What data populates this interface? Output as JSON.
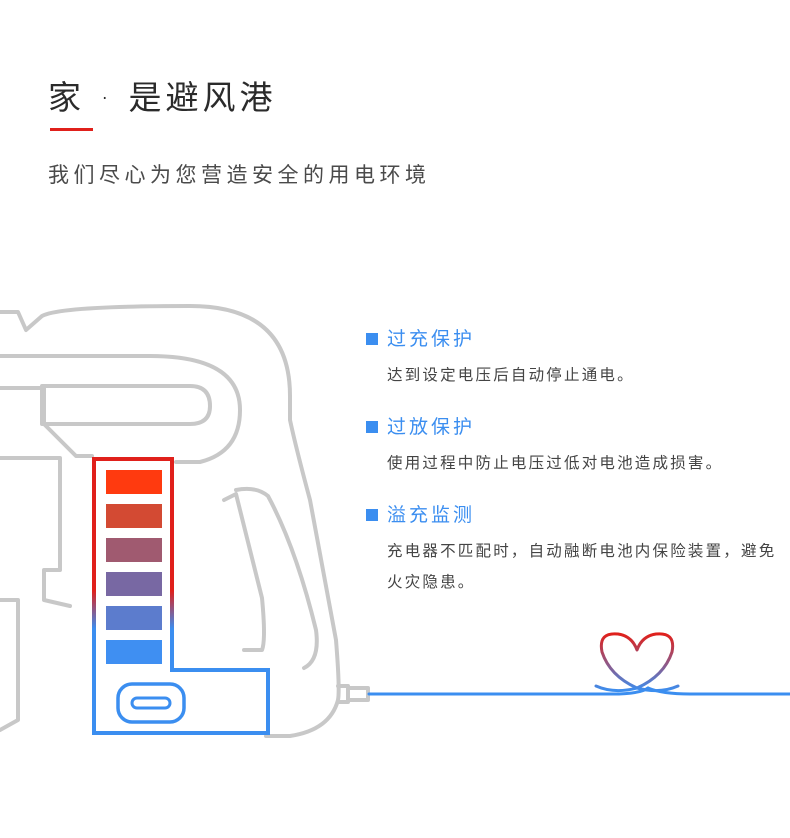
{
  "header": {
    "title": "家 · 是避风港",
    "subtitle": "我们尽心为您营造安全的用电环境"
  },
  "colors": {
    "accent_red": "#e0201b",
    "accent_blue": "#3b8ef0",
    "outline_gray": "#c8c8c8",
    "bar_red": "#ff3a0f",
    "bar_blue": "#3f8ff2",
    "text_dark": "#2b2b2b",
    "text_body": "#444444"
  },
  "battery": {
    "bar_count": 6
  },
  "features": [
    {
      "icon": "square-bullet-icon",
      "title": "过充保护",
      "description": "达到设定电压后自动停止通电。"
    },
    {
      "icon": "square-bullet-icon",
      "title": "过放保护",
      "description": "使用过程中防止电压过低对电池造成损害。"
    },
    {
      "icon": "square-bullet-icon",
      "title": "溢充监测",
      "description": "充电器不匹配时，自动融断电池内保险装置，避免火灾隐患。"
    }
  ],
  "illustration": {
    "icons": [
      "vacuum-outline-icon",
      "battery-pack-icon",
      "charging-cable-icon",
      "heart-cable-icon"
    ]
  }
}
